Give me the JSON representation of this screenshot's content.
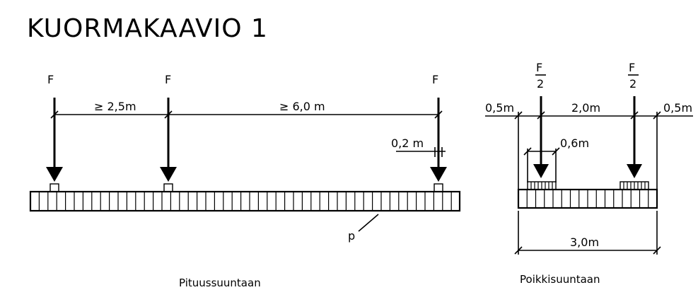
{
  "title": "KUORMAKAAVIO 1",
  "longitudinal": {
    "loads": [
      "F",
      "F",
      "F"
    ],
    "dim_spacing_1": "≥ 2,5m",
    "dim_spacing_2": "≥ 6,0 m",
    "dim_pad": "0,2 m",
    "label_p": "p",
    "caption": "Pituussuuntaan"
  },
  "transverse": {
    "load_numerator": "F",
    "load_denominator": "2",
    "dim_edge_left": "0,5m",
    "dim_middle": "2,0m",
    "dim_edge_right": "0,5m",
    "dim_pad": "0,6m",
    "dim_total": "3,0m",
    "caption": "Poikkisuuntaan"
  }
}
